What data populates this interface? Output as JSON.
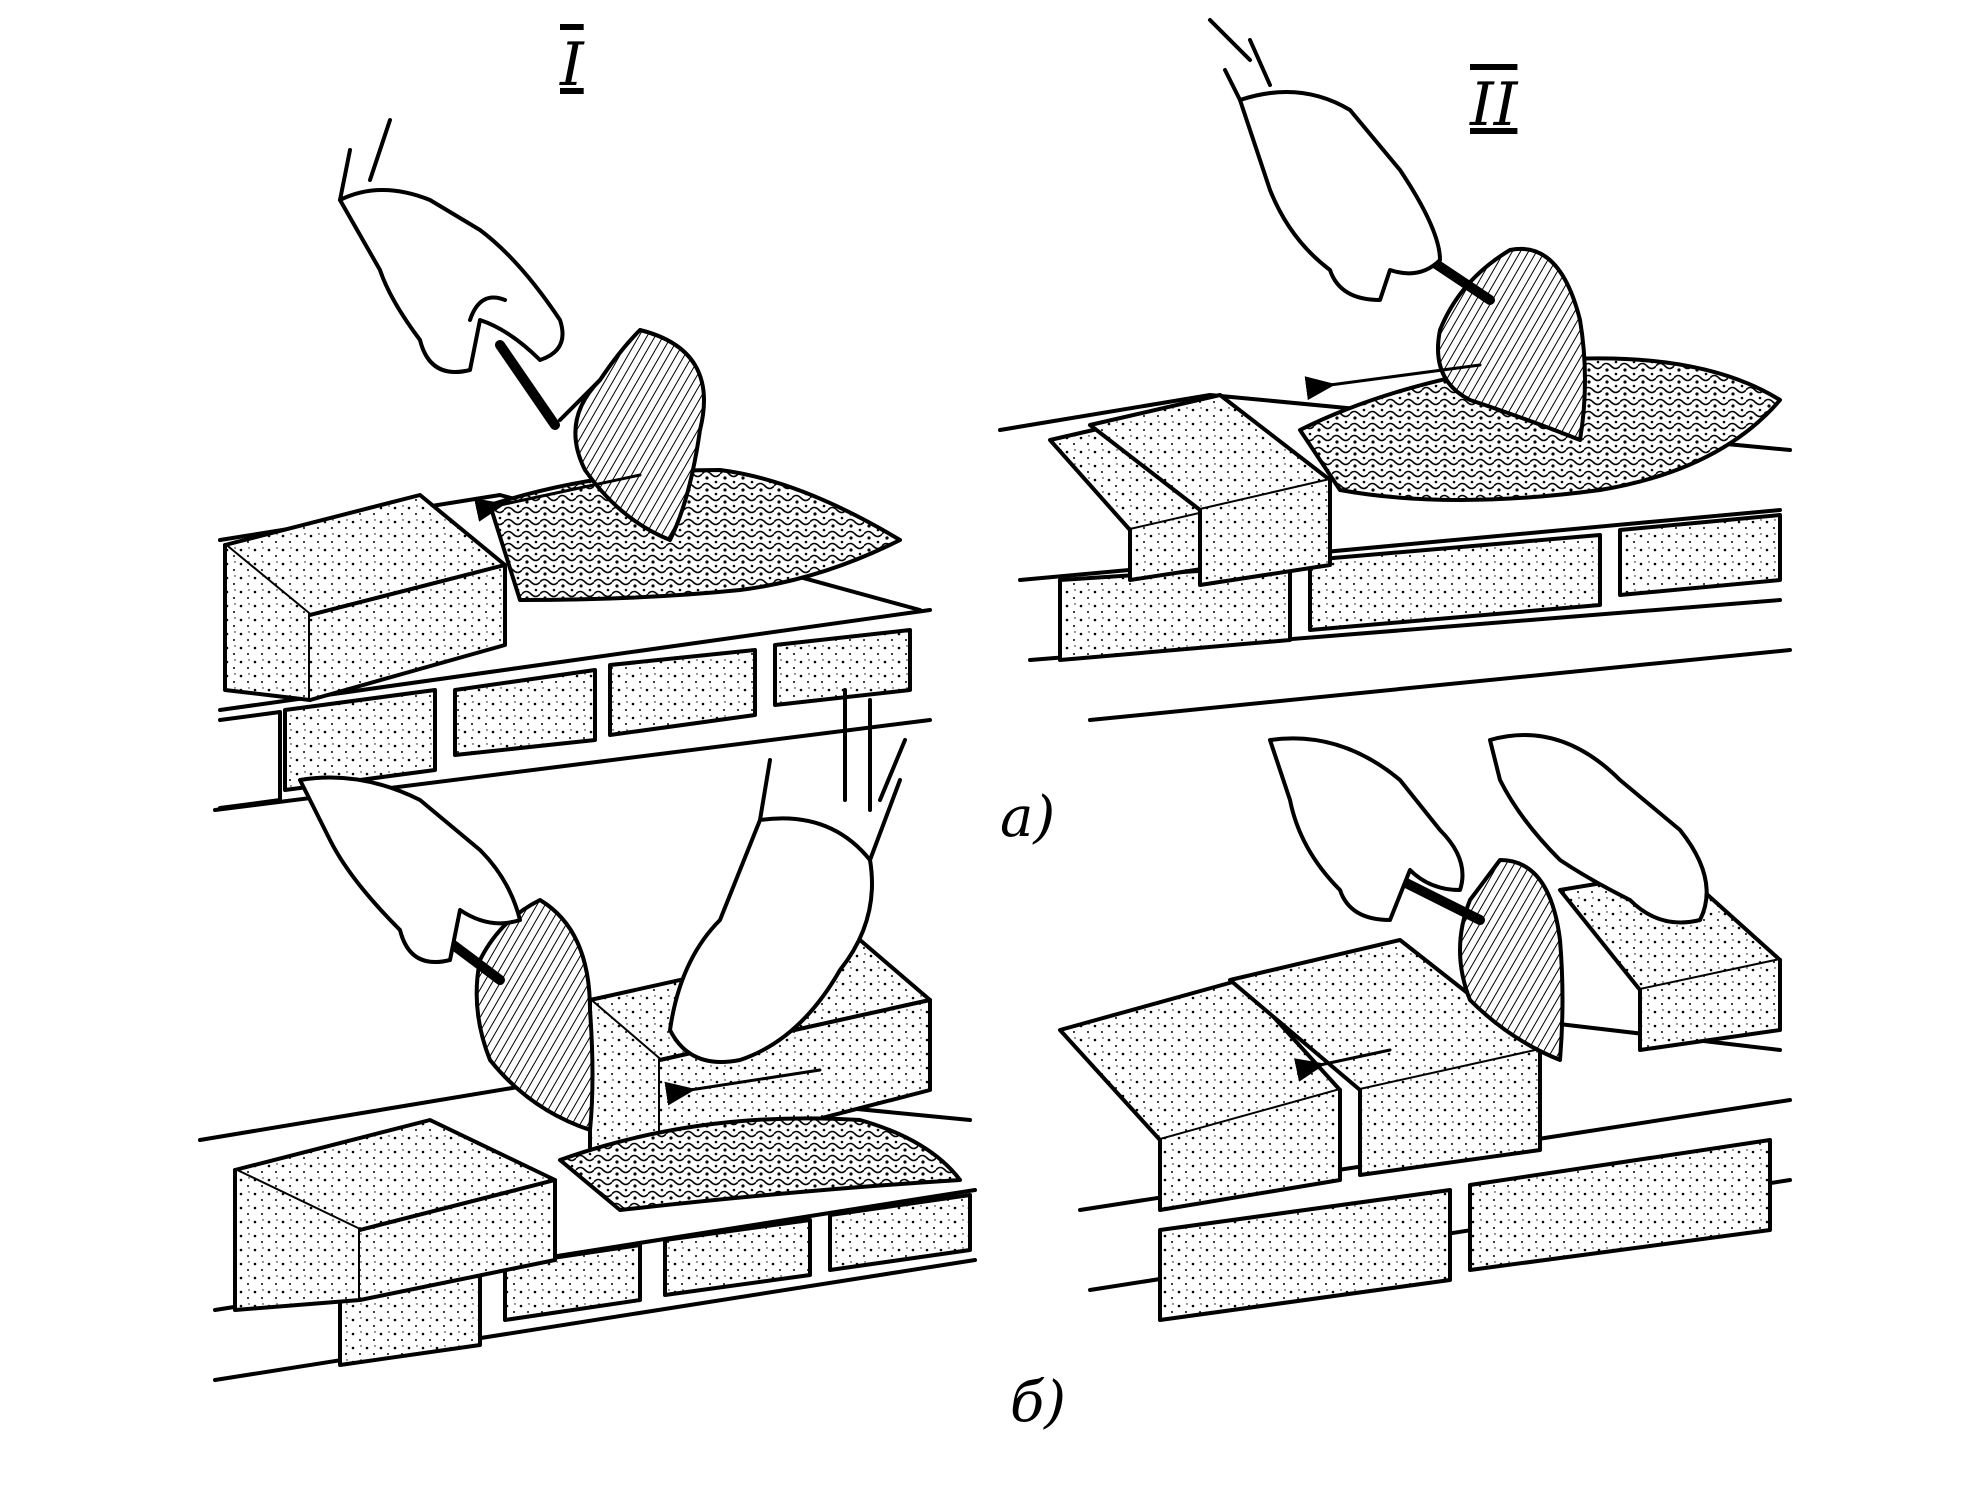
{
  "panel_labels": {
    "top_left": "I",
    "top_right": "II",
    "group_a": "а)",
    "group_b": "б)"
  }
}
